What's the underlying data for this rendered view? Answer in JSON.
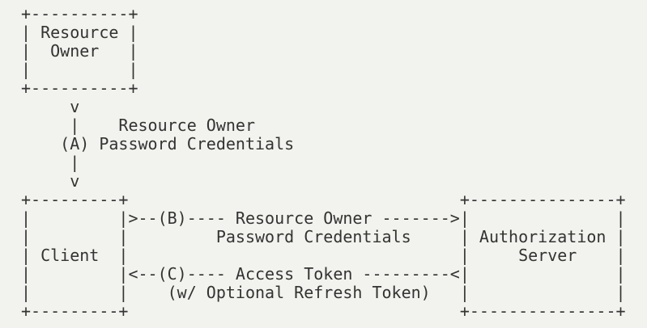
{
  "colors": {
    "background": "#f2f2ee",
    "text": "#333333"
  },
  "diagram": {
    "resource_owner_box": [
      "+----------+",
      "| Resource |",
      "|  Owner   |",
      "|          |",
      "+----------+"
    ],
    "step_a_arrow": [
      "     v",
      "     |    Resource Owner",
      "    (A) Password Credentials",
      "     |",
      "     v"
    ],
    "client_auth_server_row": [
      "+---------+                                  +---------------+",
      "|         |>--(B)---- Resource Owner ------->|               |",
      "|         |         Password Credentials     | Authorization |",
      "| Client  |                                  |     Server    |",
      "|         |<--(C)---- Access Token ---------<|               |",
      "|         |    (w/ Optional Refresh Token)   |               |",
      "+---------+                                  +---------------+"
    ],
    "entities": {
      "resource_owner": "Resource Owner",
      "client": "Client",
      "authorization_server": "Authorization Server"
    },
    "flows": [
      {
        "id": "A",
        "label": "Resource Owner Password Credentials",
        "from": "Resource Owner",
        "to": "Client"
      },
      {
        "id": "B",
        "label": "Resource Owner Password Credentials",
        "from": "Client",
        "to": "Authorization Server"
      },
      {
        "id": "C",
        "label": "Access Token (w/ Optional Refresh Token)",
        "from": "Authorization Server",
        "to": "Client"
      }
    ]
  }
}
